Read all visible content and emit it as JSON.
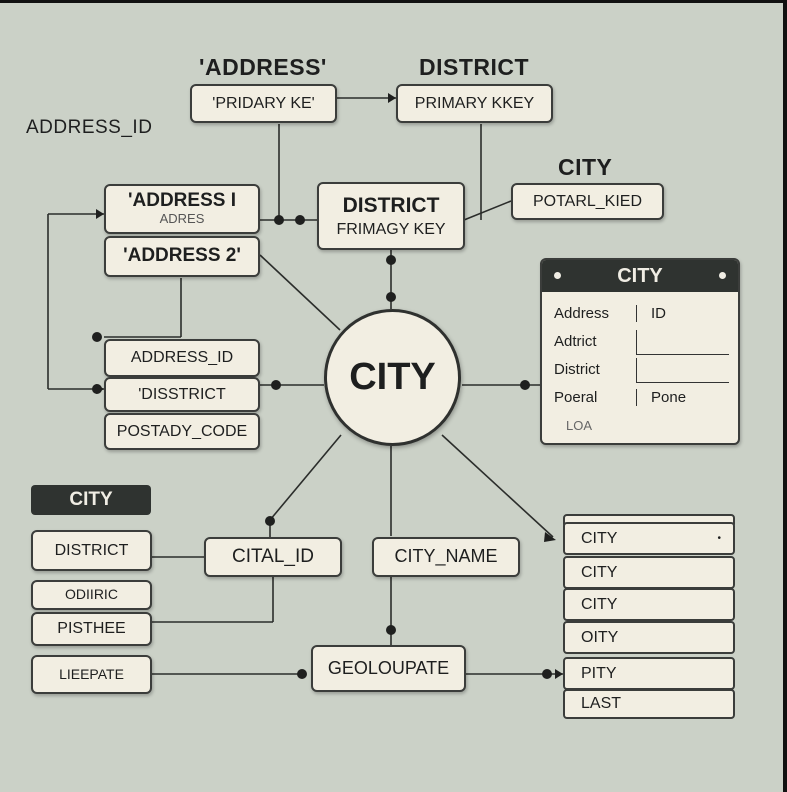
{
  "top": {
    "address_heading": "'ADDRESS'",
    "address_pk": "'PRIDARY KE'",
    "district_heading": "DISTRICT",
    "district_pk": "PRIMARY KKEY",
    "address_id_label": "ADDRESS_ID",
    "city_heading": "CITY",
    "postal_box": "POTARL_KIED"
  },
  "left_group": {
    "address1": "'ADDRESS I",
    "address1_sub": "ADRES",
    "address2": "'ADDRESS 2'"
  },
  "district_box": {
    "title": "DISTRICT",
    "sub": "FRIMAGY KEY"
  },
  "left_fields": [
    "ADDRESS_ID",
    "'DISSTRICT",
    "POSTADY_CODE"
  ],
  "center": {
    "label": "CITY"
  },
  "city_table": {
    "title": "CITY",
    "rows": [
      {
        "left": "Address",
        "right": "ID"
      },
      {
        "left": "Adtrict",
        "right": ""
      },
      {
        "left": "District",
        "right": ""
      },
      {
        "left": "Poeral",
        "right": "Pone"
      },
      {
        "left": "LOA",
        "right": ""
      }
    ]
  },
  "bottom_left": {
    "tag": "CITY",
    "items": [
      "DISTRICT",
      "ODIIRIC",
      "PISTHEE",
      "LIEEPATE"
    ]
  },
  "bottom_mid": {
    "cital_id": "CITAL_ID",
    "city_name": "CITY_NAME",
    "geo": "GEOLOUPATE"
  },
  "right_stack": [
    "CITY",
    "CITY",
    "CITY",
    "OITY",
    "PITY",
    "LAST"
  ]
}
